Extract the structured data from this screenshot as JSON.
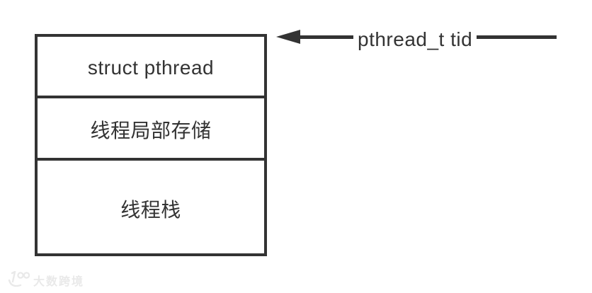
{
  "page": {
    "background": "#ffffff"
  },
  "diagram": {
    "stroke_color": "#333333",
    "text_color": "#333333",
    "memory_box": {
      "sections": [
        {
          "id": "struct-pthread",
          "label": "struct pthread"
        },
        {
          "id": "thread-local-storage",
          "label": "线程局部存储"
        },
        {
          "id": "thread-stack",
          "label": "线程栈"
        }
      ]
    },
    "pointer": {
      "label": "pthread_t tid",
      "direction": "left",
      "points_to": "struct-pthread"
    }
  },
  "watermark": {
    "logo": "100-smile-logo",
    "text": "大数跨境",
    "color": "#e9e9e9"
  }
}
